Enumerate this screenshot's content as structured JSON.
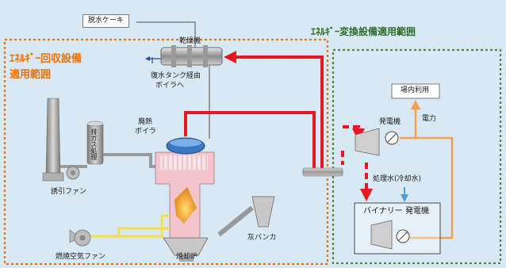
{
  "titles": {
    "recovery_scope": "ｴﾈﾙｷﾞｰ回収設備",
    "recovery_scope_2": "適用範囲",
    "conversion_scope": "ｴﾈﾙｷﾞｰ変換設備適用範囲"
  },
  "labels": {
    "dewatered_cake": "脱水ケーキ",
    "dryer": "乾燥機",
    "condensate_return": "復水タンク経由",
    "to_boiler": "ボイラへ",
    "waste_heat_boiler": "廃熱",
    "waste_heat_boiler_2": "ボイラ",
    "exhaust_treatment": "排ガス処理",
    "induced_fan": "誘引ファン",
    "combustion_fan": "燃焼空気ファン",
    "incinerator": "焼却炉",
    "ash_bunker": "灰バンカ",
    "onsite_use": "場内利用",
    "electric_power": "電力",
    "generator": "発電機",
    "treated_water": "処理水(冷却水)",
    "binary_generator": "バイナリー 発電機"
  },
  "colors": {
    "background": "#d8e8f4",
    "orange_scope": "#e8720c",
    "green_scope": "#4c8a3c",
    "steam_red": "#e6171e",
    "power_orange": "#f0a050",
    "air_yellow": "#f2e04a",
    "cooling_blue": "#4aa0d8",
    "equipment_gray": "#b0b0b0"
  }
}
